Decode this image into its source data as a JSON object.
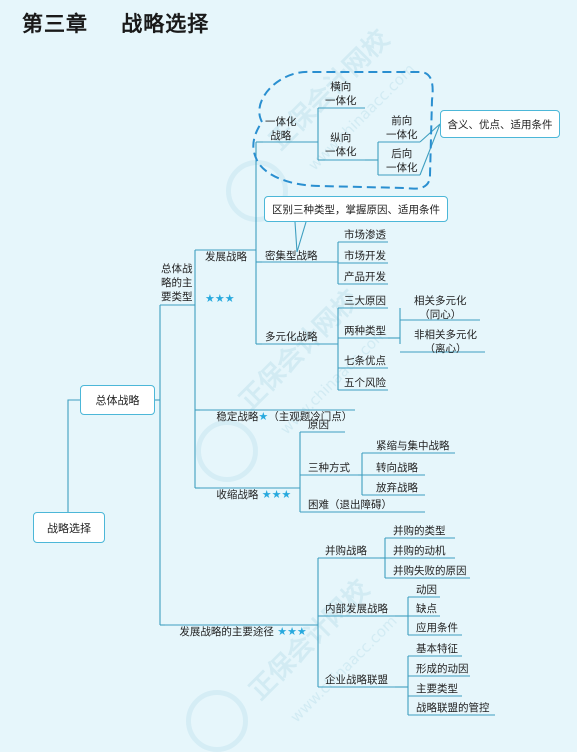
{
  "title": "第三章    战略选择",
  "colors": {
    "line": "#3f9fc0",
    "box_border": "#4cb7d8",
    "star": "#27a9de",
    "dashed": "#2a8fd0",
    "background": "#e6f6fb"
  },
  "watermark": {
    "text": "正保会计网校",
    "url": "chinaacc.com"
  },
  "nodes": {
    "root": "战略选择",
    "overall": "总体战略",
    "overall_types": "总体战\n略的主\n要类型",
    "development": "发展战略",
    "development_stars": "★★★",
    "integration": "一体化\n战略",
    "horizontal": "横向\n一体化",
    "vertical": "纵向\n一体化",
    "forward": "前向\n一体化",
    "backward": "后向\n一体化",
    "integration_note": "含义、优点、适用条件",
    "intensive_note": "区别三种类型，掌握原因、适用条件",
    "intensive": "密集型战略",
    "market_penetration": "市场渗透",
    "market_development": "市场开发",
    "product_development": "产品开发",
    "diversification": "多元化战略",
    "three_reasons": "三大原因",
    "two_types": "两种类型",
    "related_div": "相关多元化\n（同心）",
    "unrelated_div": "非相关多元化\n（离心）",
    "seven_advantages": "七条优点",
    "five_risks": "五个风险",
    "stability": "稳定战略",
    "stability_stars": "★",
    "stability_note": "（主观题冷门点）",
    "retrenchment": "收缩战略",
    "retrenchment_stars": "★★★",
    "reasons": "原因",
    "three_methods": "三种方式",
    "tighten": "紧缩与集中战略",
    "turnaround": "转向战略",
    "divestment": "放弃战略",
    "difficulty": "困难（退出障碍）",
    "main_routes": "发展战略的主要途径",
    "main_routes_stars": "★★★",
    "mna": "并购战略",
    "mna_types": "并购的类型",
    "mna_motives": "并购的动机",
    "mna_failure": "并购失败的原因",
    "internal": "内部发展战略",
    "internal_motives": "动因",
    "internal_cons": "缺点",
    "internal_conditions": "应用条件",
    "alliance": "企业战略联盟",
    "alliance_features": "基本特征",
    "alliance_motives": "形成的动因",
    "alliance_types": "主要类型",
    "alliance_control": "战略联盟的管控"
  }
}
